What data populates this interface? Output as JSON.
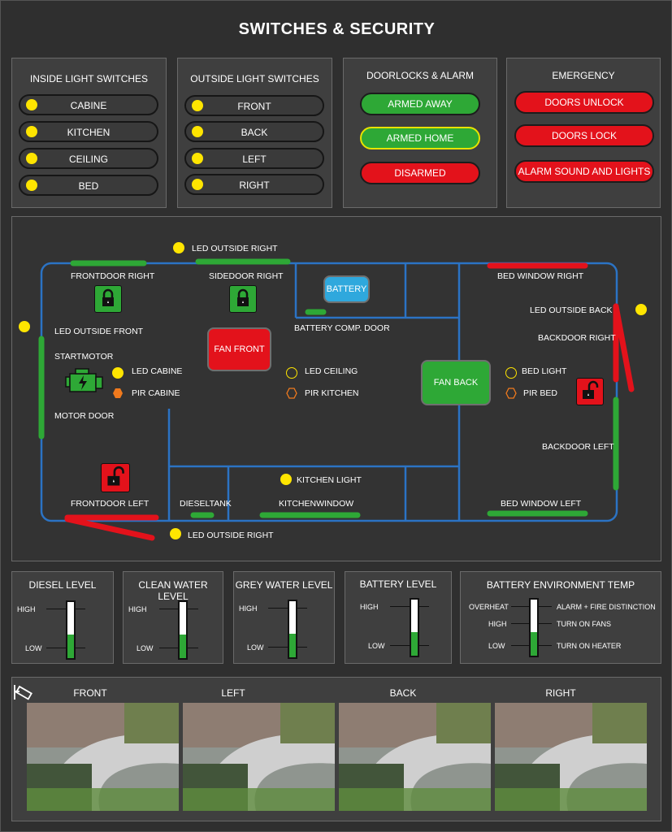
{
  "title": "SWITCHES & SECURITY",
  "inside": {
    "title": "INSIDE LIGHT SWITCHES",
    "items": [
      "CABINE",
      "KITCHEN",
      "CEILING",
      "BED"
    ]
  },
  "outside": {
    "title": "OUTSIDE LIGHT SWITCHES",
    "items": [
      "FRONT",
      "BACK",
      "LEFT",
      "RIGHT"
    ]
  },
  "doorlocks": {
    "title": "DOORLOCKS & ALARM",
    "armed_away": "ARMED AWAY",
    "armed_home": "ARMED HOME",
    "disarmed": "DISARMED"
  },
  "emergency": {
    "title": "EMERGENCY",
    "doors_unlock": "DOORS UNLOCK",
    "doors_lock": "DOORS LOCK",
    "alarm": "ALARM SOUND AND LIGHTS"
  },
  "floor": {
    "led_outside_right_top": "LED OUTSIDE RIGHT",
    "frontdoor_right": "FRONTDOOR RIGHT",
    "sidedoor_right": "SIDEDOOR RIGHT",
    "battery": "BATTERY",
    "battery_comp_door": "BATTERY COMP. DOOR",
    "bed_window_right": "BED WINDOW RIGHT",
    "led_outside_back": "LED OUTSIDE BACK",
    "backdoor_right": "BACKDOOR RIGHT",
    "led_outside_front": "LED OUTSIDE FRONT",
    "fan_front": "FAN FRONT",
    "startmotor": "STARTMOTOR",
    "led_cabine": "LED CABINE",
    "pir_cabine": "PIR CABINE",
    "led_ceiling": "LED CEILING",
    "pir_kitchen": "PIR KITCHEN",
    "fan_back": "FAN BACK",
    "bed_light": "BED LIGHT",
    "pir_bed": "PIR BED",
    "motor_door": "MOTOR DOOR",
    "backdoor_left": "BACKDOOR LEFT",
    "kitchen_light": "KITCHEN LIGHT",
    "frontdoor_left": "FRONTDOOR LEFT",
    "dieseltank": "DIESELTANK",
    "kitchenwindow": "KITCHENWINDOW",
    "bed_window_left": "BED WINDOW LEFT",
    "led_outside_right_bottom": "LED OUTSIDE RIGHT"
  },
  "levels": {
    "diesel": {
      "title": "DIESEL LEVEL",
      "high": "HIGH",
      "low": "LOW",
      "fill_fraction": 0.42
    },
    "clean": {
      "title": "CLEAN WATER LEVEL",
      "high": "HIGH",
      "low": "LOW",
      "fill_fraction": 0.42
    },
    "grey": {
      "title": "GREY WATER LEVEL",
      "high": "HIGH",
      "low": "LOW",
      "fill_fraction": 0.42
    },
    "battery": {
      "title": "BATTERY LEVEL",
      "high": "HIGH",
      "low": "LOW",
      "fill_fraction": 0.42
    },
    "temp": {
      "title": "BATTERY ENVIRONMENT  TEMP",
      "overheat": "OVERHEAT",
      "high": "HIGH",
      "low": "LOW",
      "alarm": "ALARM + FIRE DISTINCTION",
      "fans": "TURN ON FANS",
      "heater": "TURN ON HEATER",
      "fill_fraction": 0.42
    }
  },
  "cameras": [
    "FRONT",
    "LEFT",
    "BACK",
    "RIGHT"
  ],
  "colors": {
    "green": "#2ea836",
    "red": "#e3121b",
    "yellow": "#ffe500",
    "blue": "#2fa8dd",
    "outline": "#2b73c4"
  }
}
